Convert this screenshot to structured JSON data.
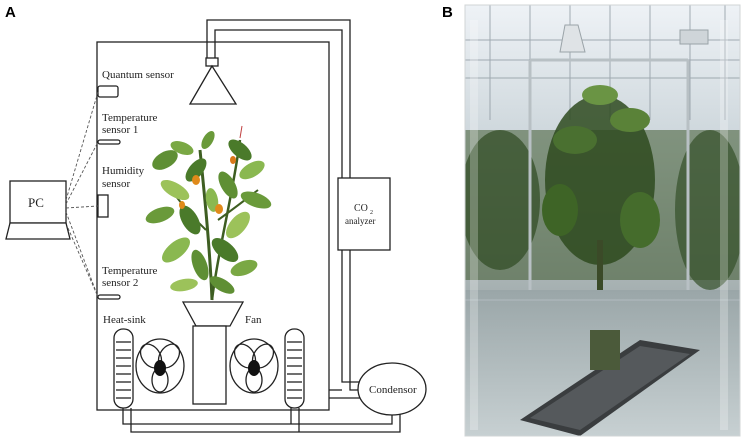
{
  "panels": {
    "a": "A",
    "b": "B"
  },
  "diagram": {
    "pc": "PC",
    "quantum_sensor": "Quantum sensor",
    "temperature_sensor_1_line1": "Temperature",
    "temperature_sensor_1_line2": "sensor 1",
    "humidity_sensor_line1": "Humidity",
    "humidity_sensor_line2": "sensor",
    "temperature_sensor_2_line1": "Temperature",
    "temperature_sensor_2_line2": "sensor 2",
    "heat_sink": "Heat-sink",
    "fan": "Fan",
    "co2_main": "CO",
    "co2_sub": "2",
    "co2_analyzer": "analyzer",
    "condensor": "Condensor"
  },
  "colors": {
    "line": "#222222",
    "leaf_dark": "#4a7a2a",
    "leaf_light": "#9cc25a",
    "pepper": "#e08a1a"
  }
}
